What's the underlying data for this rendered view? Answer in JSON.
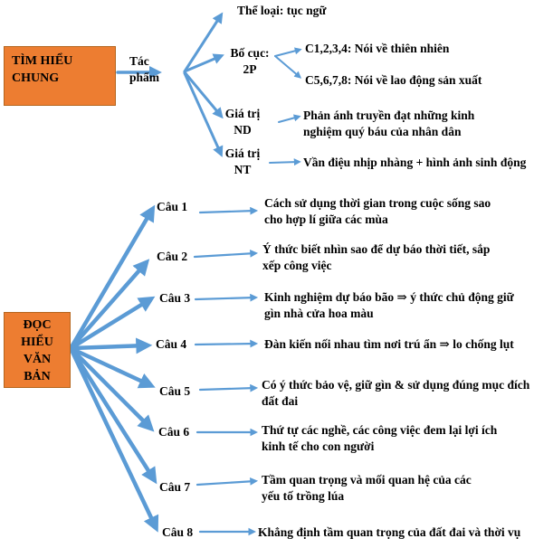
{
  "section1": {
    "box_line1": "TÌM HIỂU",
    "box_line2": "CHUNG",
    "node": [
      "Tác",
      "phẩm"
    ],
    "the_loai": "Thể loại: tục ngữ",
    "bo_cuc": [
      "Bố cục:",
      "2P"
    ],
    "part1": "C1,2,3,4: Nói về thiên nhiên",
    "part2": "C5,6,7,8: Nói về lao động sản xuất",
    "gia_tri_nd": [
      "Giá trị",
      "ND"
    ],
    "nd_text": [
      "Phản ánh truyền đạt những kinh",
      "nghiệm quý báu của nhân dân"
    ],
    "gia_tri_nt": [
      "Giá trị",
      "NT"
    ],
    "nt_text": "Vần điệu nhịp nhàng + hình ảnh sinh động"
  },
  "section2": {
    "box_lines": [
      "ĐỌC",
      "HIỂU",
      "VĂN",
      "BẢN"
    ],
    "items": [
      {
        "label": "Câu 1",
        "text": [
          "Cách sử dụng thời gian trong cuộc sống sao",
          "cho hợp lí giữa các mùa"
        ]
      },
      {
        "label": "Câu 2",
        "text": [
          "Ý thức biết nhìn sao để dự báo thời tiết, sắp",
          "xếp công việc"
        ]
      },
      {
        "label": "Câu 3",
        "text": [
          "Kinh nghiệm dự báo bão ⇒ ý thức chủ động giữ",
          "gìn nhà cửa hoa màu"
        ]
      },
      {
        "label": "Câu 4",
        "text": [
          "Đàn kiến nối nhau tìm nơi trú ẩn ⇒ lo chống lụt"
        ]
      },
      {
        "label": "Câu 5",
        "text": [
          "Có ý thức bảo vệ, giữ gìn & sử dụng đúng mục đích",
          "đất đai"
        ]
      },
      {
        "label": "Câu 6",
        "text": [
          "Thứ tự các nghề, các công việc đem lại lợi ích",
          "kinh tế cho con người"
        ]
      },
      {
        "label": "Câu 7",
        "text": [
          "Tầm quan trọng và mối quan hệ của các",
          "yếu tố trồng lúa"
        ]
      },
      {
        "label": "Câu 8",
        "text": [
          "Khẳng định tầm quan trọng của đất đai và thời vụ"
        ]
      }
    ]
  },
  "colors": {
    "box_fill": "#ED7D31",
    "arrow": "#5B9BD5"
  }
}
